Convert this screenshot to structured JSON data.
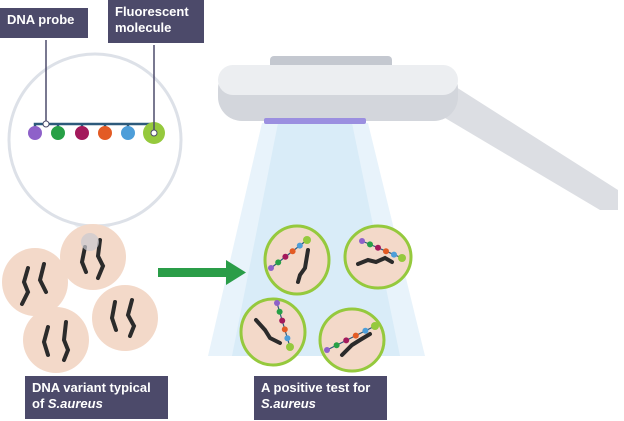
{
  "labels": {
    "probe": "DNA probe",
    "fluorescent_line1": "Fluorescent",
    "fluorescent_line2": "molecule",
    "variant_line1": "DNA variant typical",
    "variant_prefix": "of ",
    "variant_species": "S.aureus",
    "positive_line1": "A positive test for",
    "positive_species": "S.aureus"
  },
  "colors": {
    "label_bg": "#4c4a6a",
    "cell_fill": "#f3d9c9",
    "cell_outline_positive": "#95c93d",
    "arrow": "#2a9d48",
    "beam": "#dcedf8",
    "probe_beads": [
      "#8e61c9",
      "#27a046",
      "#a3195b",
      "#e35b24",
      "#4d9ed9",
      "#95c93d"
    ]
  }
}
